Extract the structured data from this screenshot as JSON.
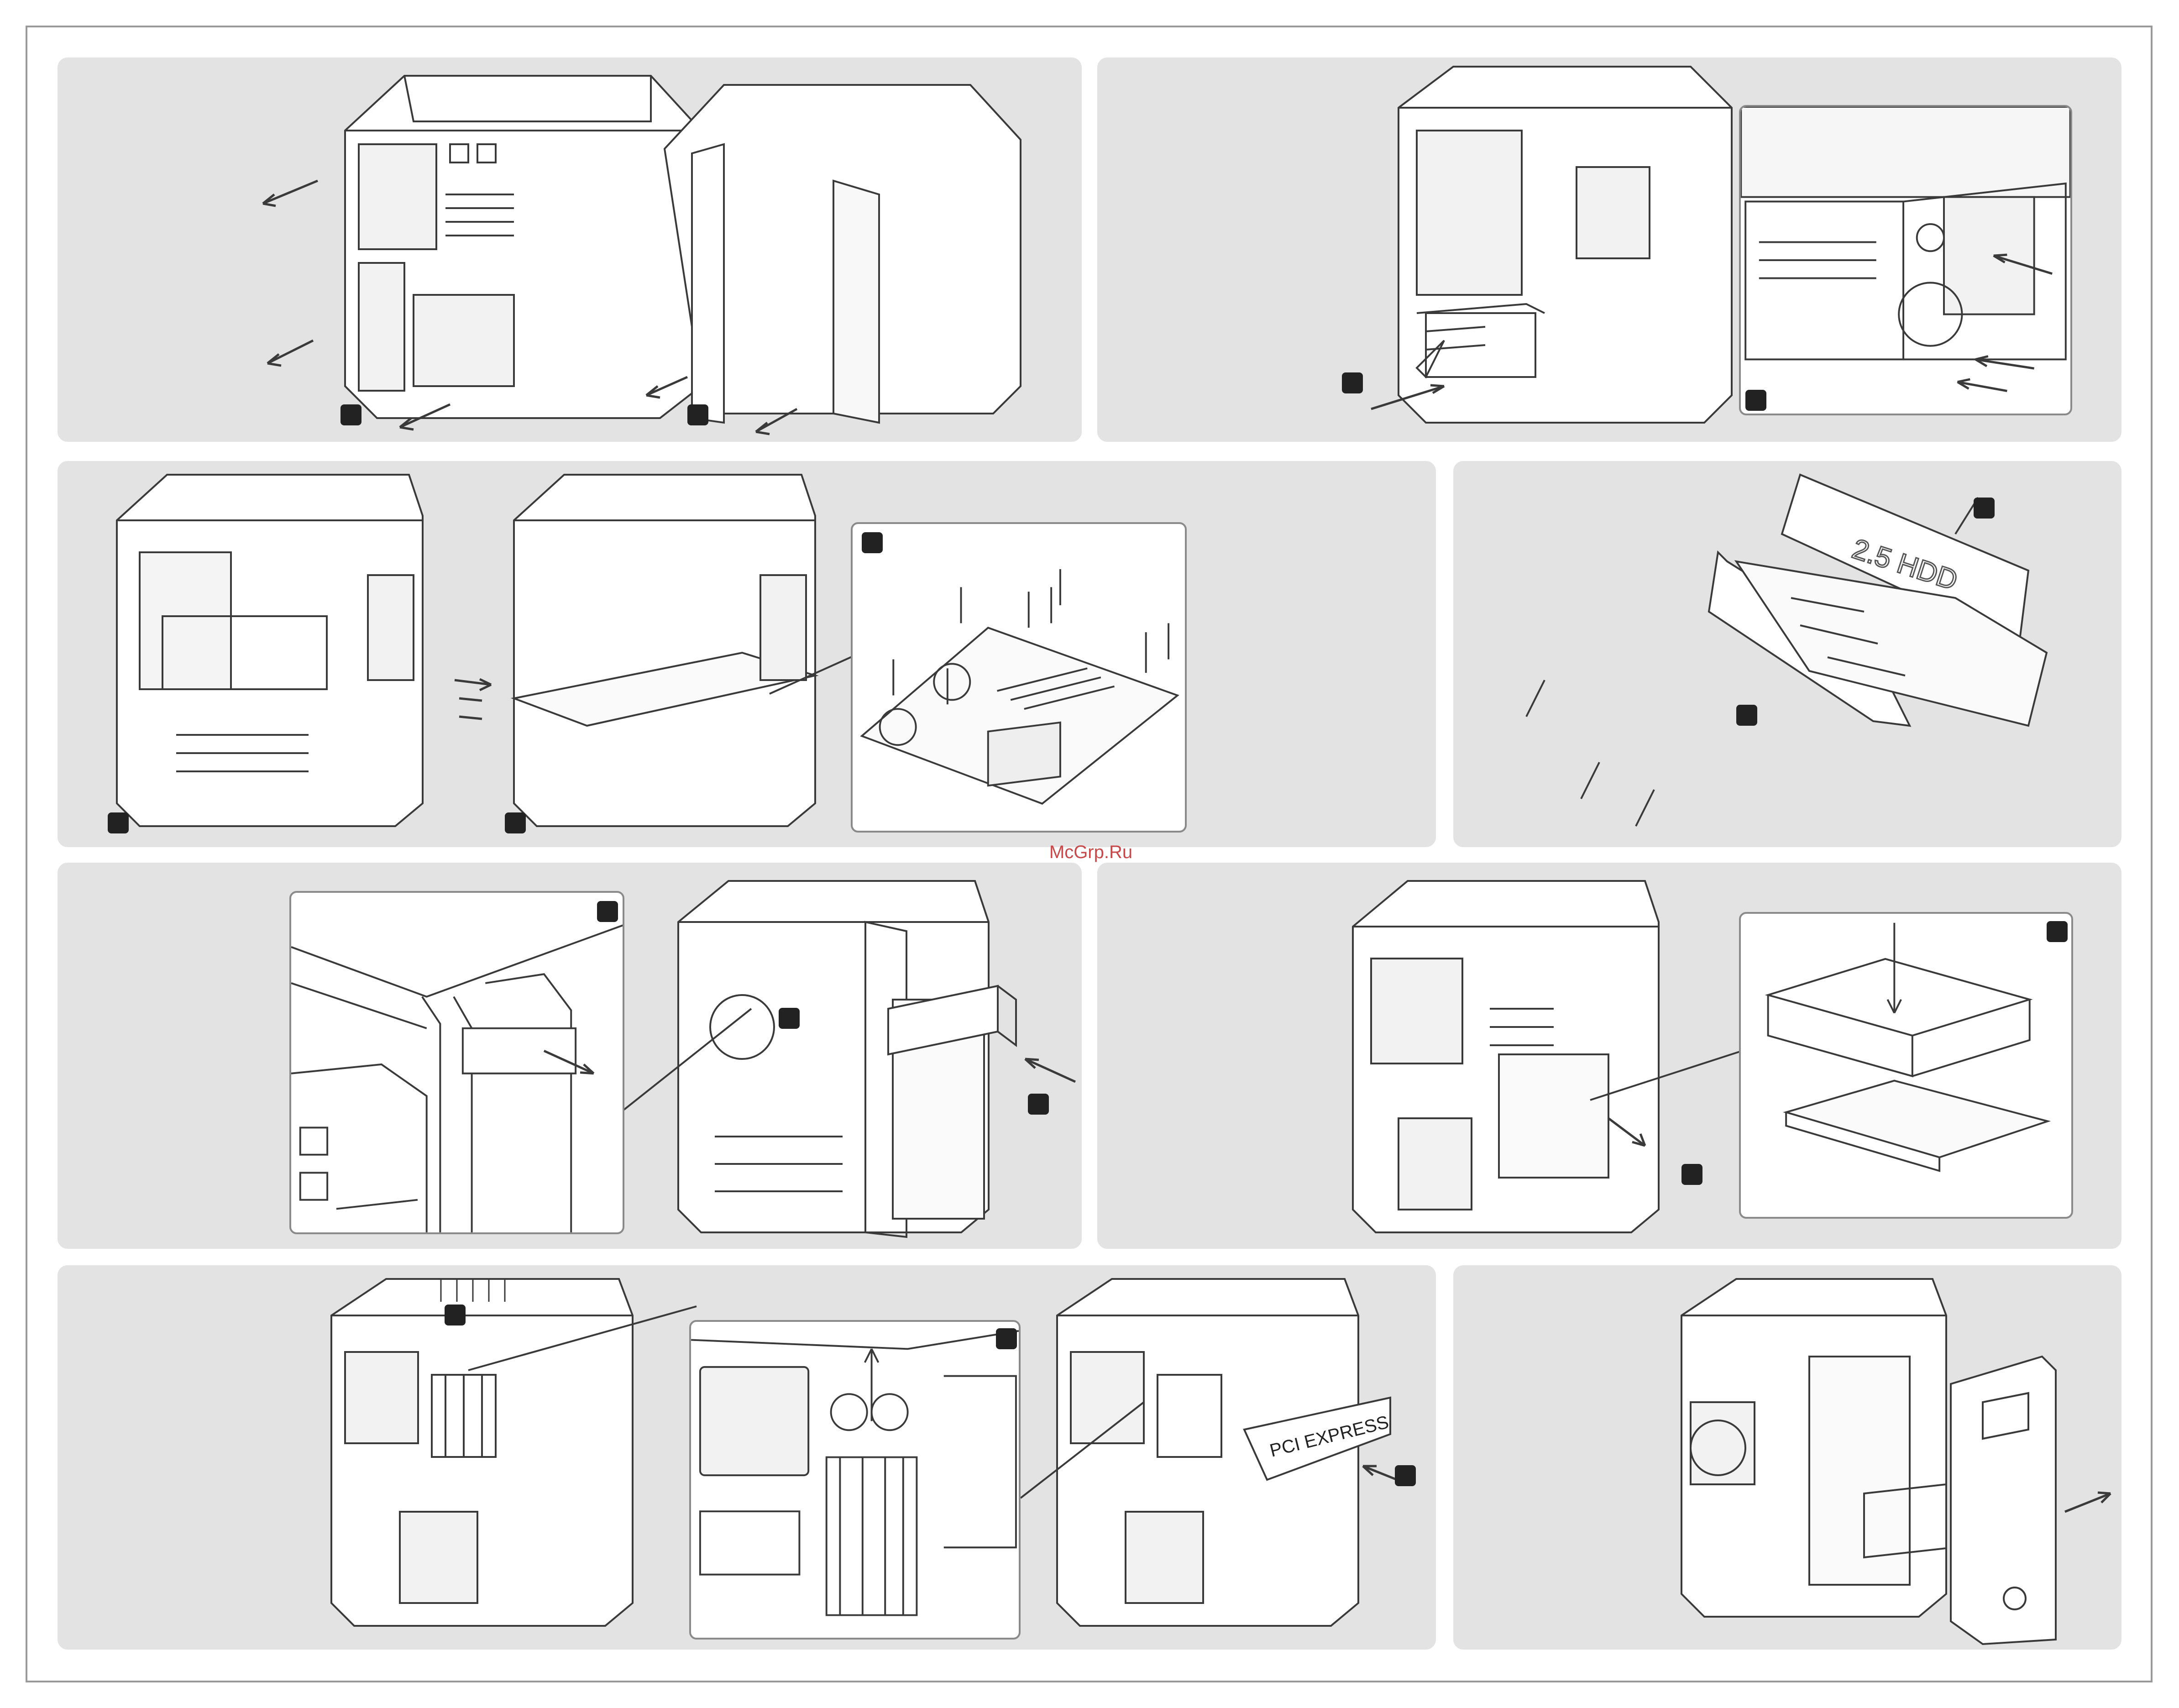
{
  "watermark": "McGrp.Ru",
  "labels": {
    "hdd_tray": "2.5 HDD",
    "pci_card": "PCI EXPRESS"
  },
  "colors": {
    "panel_bg": "#e3e3e3",
    "line": "#3a3a3a",
    "marker": "#222222",
    "watermark": "#c8494a"
  },
  "icons": [
    "arrow-icon",
    "screw-icon",
    "step-marker-icon"
  ]
}
